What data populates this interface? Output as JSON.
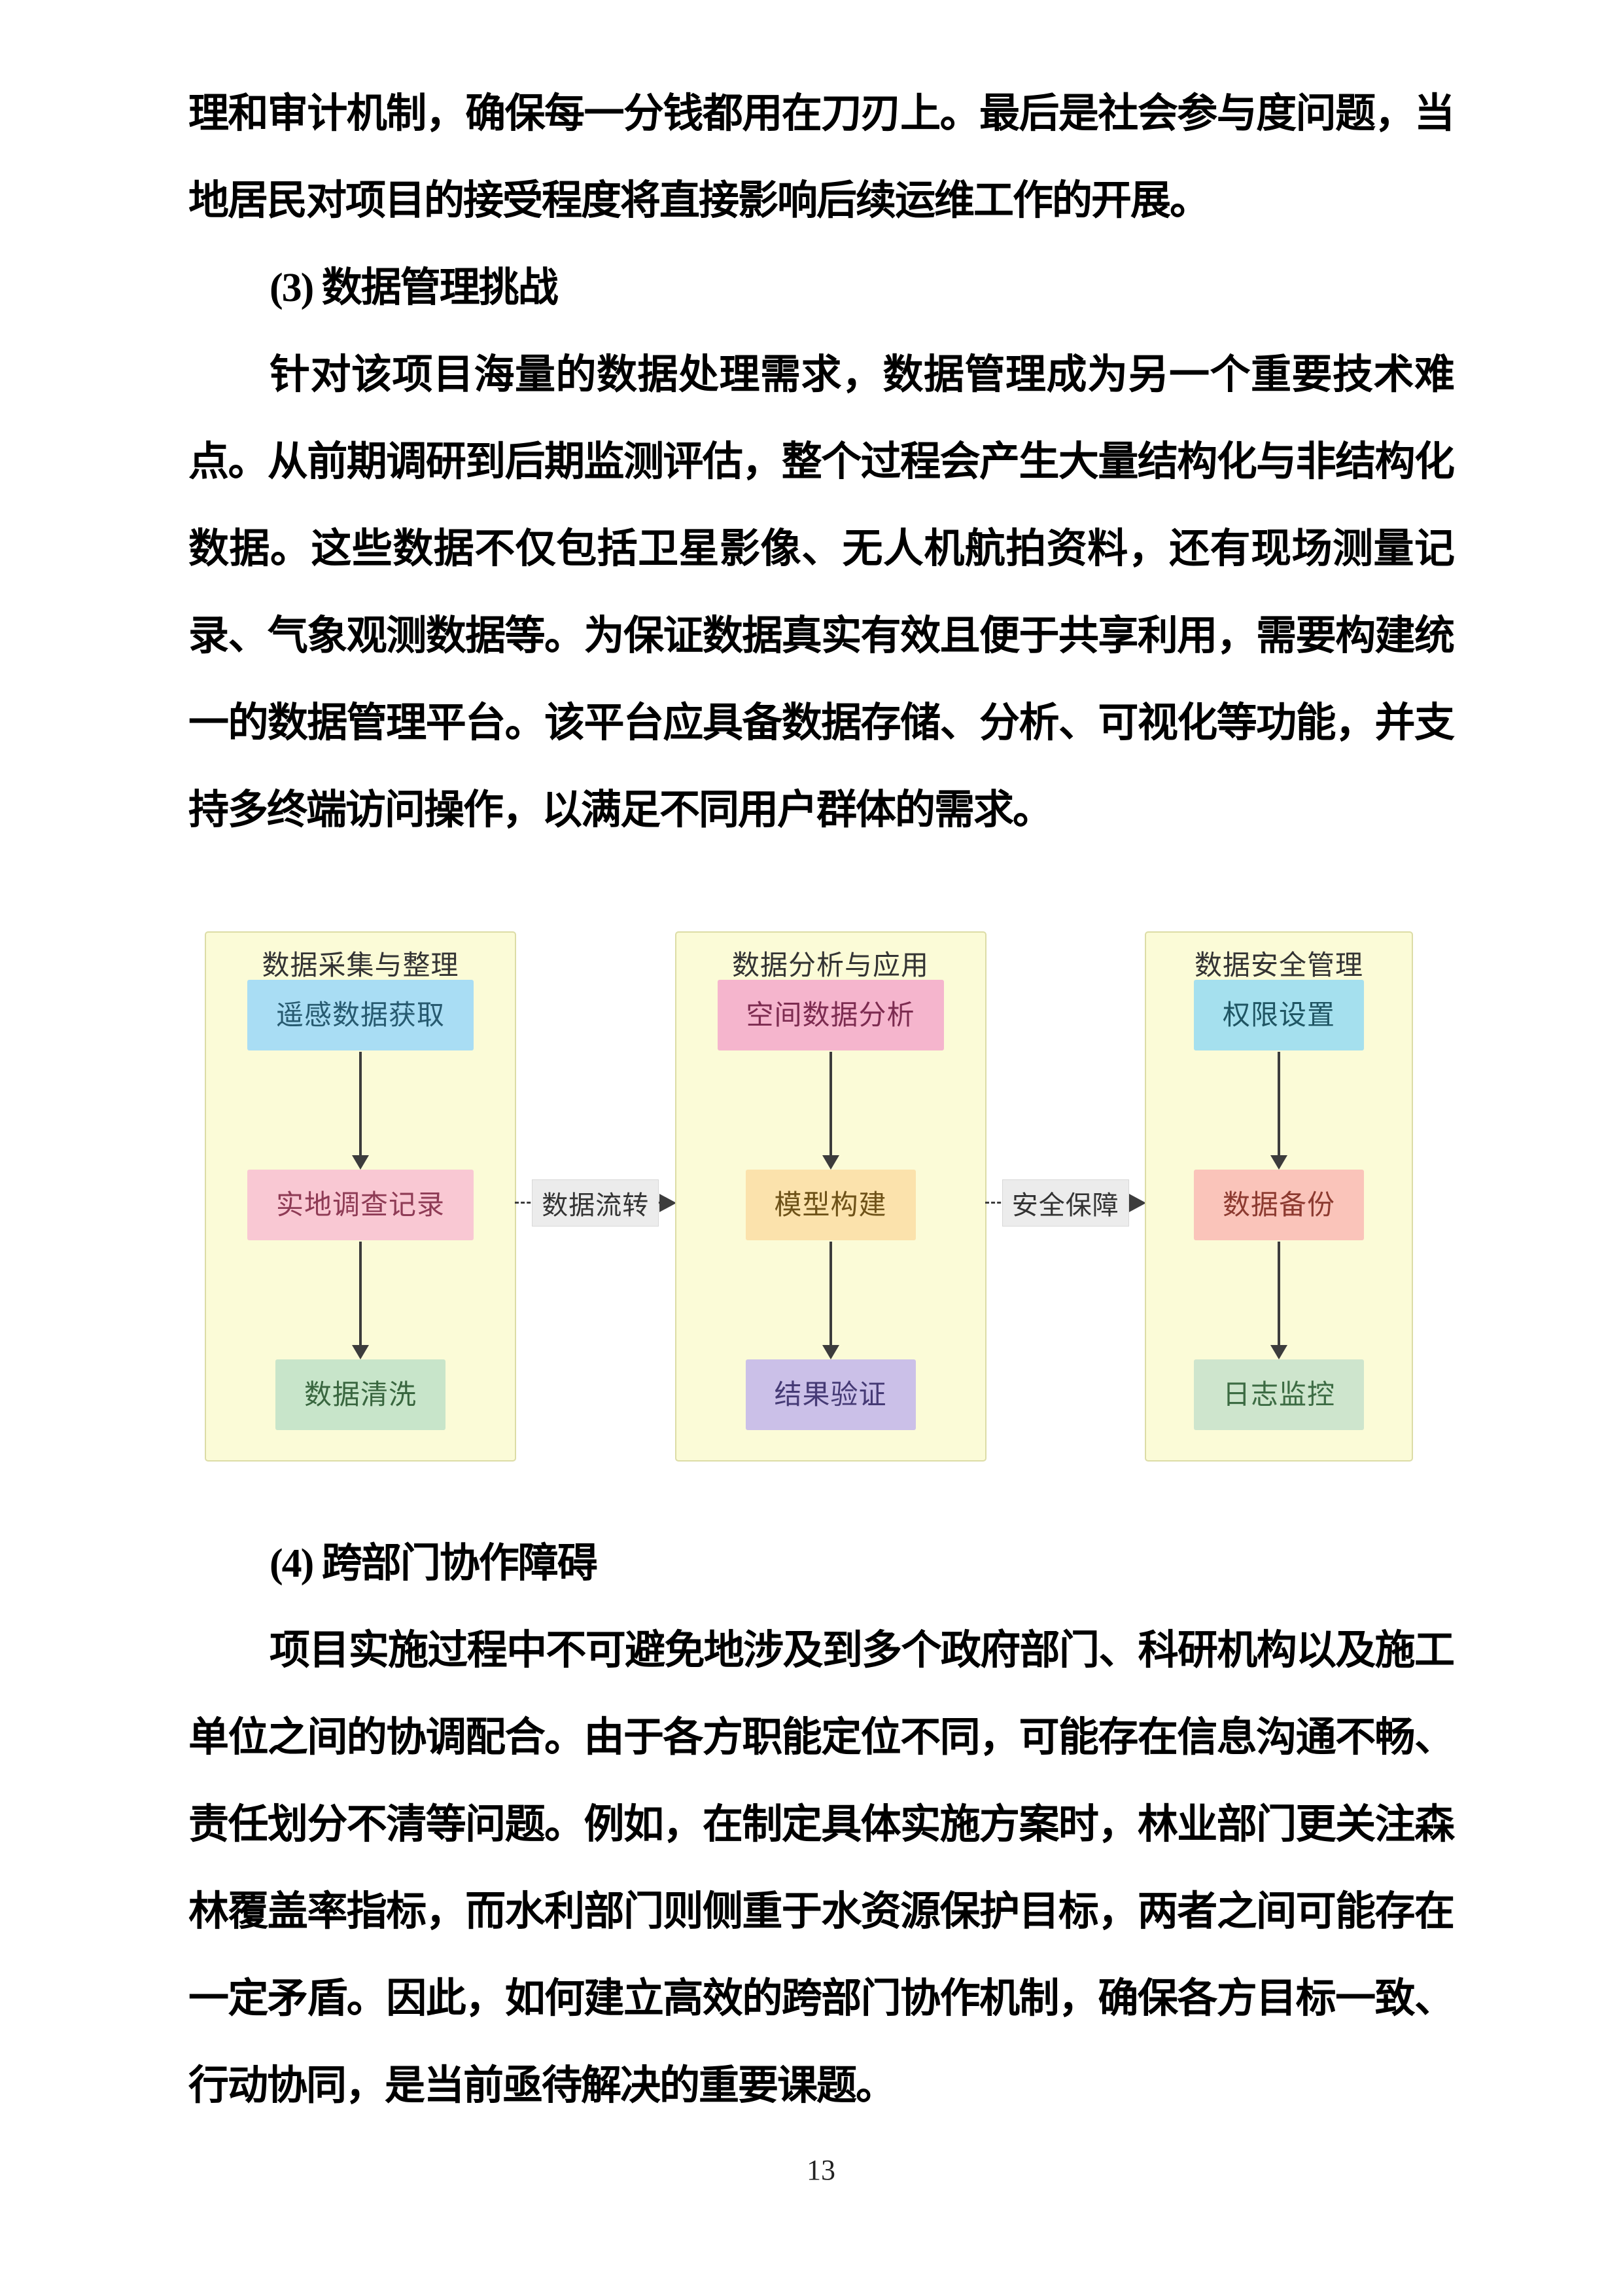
{
  "document": {
    "paragraphs": [
      {
        "text": "理和审计机制，确保每一分钱都用在刀刃上。最后是社会参与度问题，当地居民对项目的接受程度将直接影响后续运维工作的开展。"
      },
      {
        "text": "(3) 数据管理挑战"
      },
      {
        "text": "针对该项目海量的数据处理需求，数据管理成为另一个重要技术难点。从前期调研到后期监测评估，整个过程会产生大量结构化与非结构化数据。这些数据不仅包括卫星影像、无人机航拍资料，还有现场测量记录、气象观测数据等。为保证数据真实有效且便于共享利用，需要构建统一的数据管理平台。该平台应具备数据存储、分析、可视化等功能，并支持多终端访问操作，以满足不同用户群体的需求。"
      },
      {
        "text": "(4) 跨部门协作障碍"
      },
      {
        "text": "项目实施过程中不可避免地涉及到多个政府部门、科研机构以及施工单位之间的协调配合。由于各方职能定位不同，可能存在信息沟通不畅、责任划分不清等问题。例如，在制定具体实施方案时，林业部门更关注森林覆盖率指标，而水利部门则侧重于水资源保护目标，两者之间可能存在一定矛盾。因此，如何建立高效的跨部门协作机制，确保各方目标一致、行动协同，是当前亟待解决的重要课题。"
      }
    ]
  },
  "diagram": {
    "style": {
      "panel_bg": "#FBFBD7",
      "panel_border": "#DCDCA6",
      "arrow_color": "#3C3C3C",
      "label_bg": "#ECECEC"
    },
    "panels": [
      {
        "title": "数据采集与整理",
        "nodes": [
          {
            "label": "遥感数据获取",
            "bg": "#A9DDF4",
            "fg": "#275A70"
          },
          {
            "label": "实地调查记录",
            "bg": "#F9C8D3",
            "fg": "#8E3B55"
          },
          {
            "label": "数据清洗",
            "bg": "#C8E5CA",
            "fg": "#39663F"
          }
        ]
      },
      {
        "title": "数据分析与应用",
        "nodes": [
          {
            "label": "空间数据分析",
            "bg": "#F5B5CD",
            "fg": "#7C2B50"
          },
          {
            "label": "模型构建",
            "bg": "#FBE2AC",
            "fg": "#6E5218"
          },
          {
            "label": "结果验证",
            "bg": "#CBC0E8",
            "fg": "#453A75"
          }
        ]
      },
      {
        "title": "数据安全管理",
        "nodes": [
          {
            "label": "权限设置",
            "bg": "#A5E0EE",
            "fg": "#1F5563"
          },
          {
            "label": "数据备份",
            "bg": "#FAC4BA",
            "fg": "#8C3A30"
          },
          {
            "label": "日志监控",
            "bg": "#CEE5CD",
            "fg": "#3C6B43"
          }
        ]
      }
    ],
    "connectors": [
      {
        "label": "数据流转"
      },
      {
        "label": "安全保障"
      }
    ]
  },
  "page": {
    "number": "13"
  }
}
